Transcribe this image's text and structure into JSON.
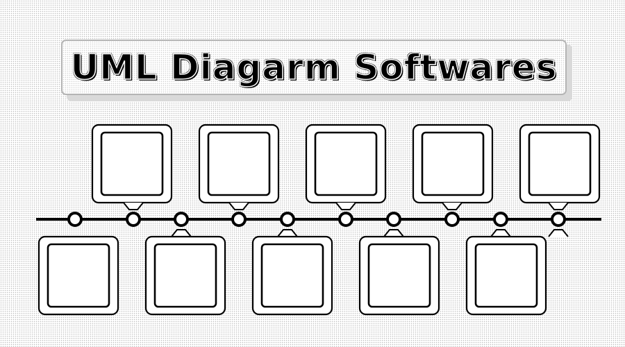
{
  "title": "UML Diagarm Softwares",
  "diagram": {
    "top_box_count": 5,
    "bottom_box_count": 5,
    "node_count": 10
  }
}
